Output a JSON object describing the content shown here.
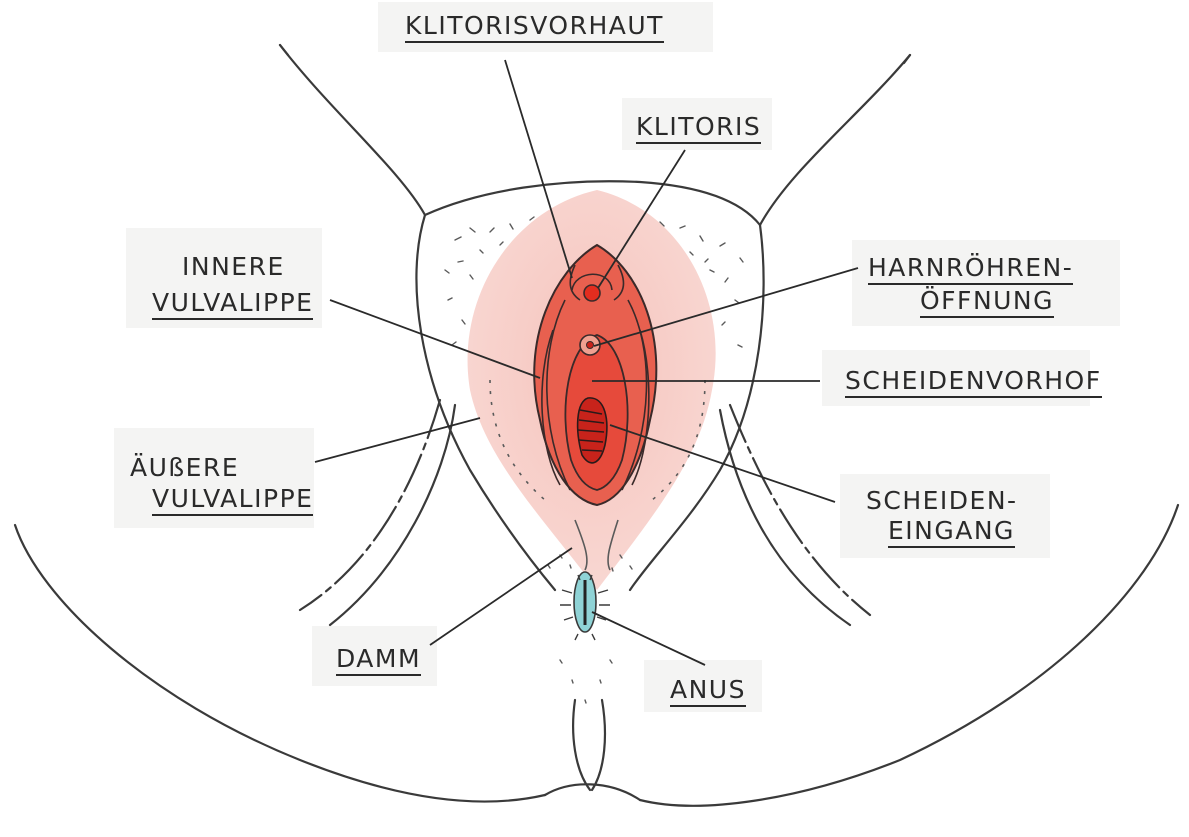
{
  "labels": {
    "clitoral_hood": "KLITORISVORHAUT",
    "clitoris": "KLITORIS",
    "inner_lip_line1": "INNERE",
    "inner_lip_line2": "VULVALIPPE",
    "urethra_line1": "HARNRÖHREN-",
    "urethra_line2": "ÖFFNUNG",
    "vestibule": "SCHEIDENVORHOF",
    "outer_lip_line1": "ÄUßERE",
    "outer_lip_line2": "VULVALIPPE",
    "vaginal_opening_line1": "SCHEIDEN-",
    "vaginal_opening_line2": "EINGANG",
    "perineum": "DAMM",
    "anus": "ANUS"
  },
  "colors": {
    "outline": "#3a3a3a",
    "outer_area": "#f7cfc9",
    "inner_lips": "#e8604f",
    "vestibule": "#e64a3b",
    "vaginal_opening": "#c8231b",
    "clitoris": "#e32d1f",
    "anus": "#8fd3d6"
  }
}
